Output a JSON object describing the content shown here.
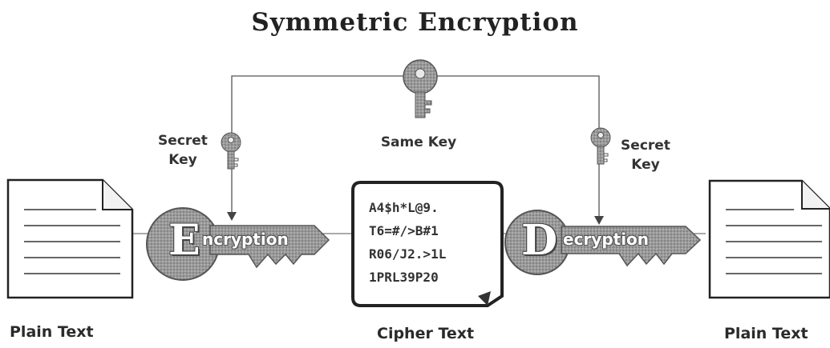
{
  "title": "Symmetric Encryption",
  "labels": {
    "secret_key_left": [
      "Secret",
      "Key"
    ],
    "same_key": "Same Key",
    "secret_key_right": [
      "Secret",
      "Key"
    ]
  },
  "encryption": {
    "letter": "E",
    "rest": "ncryption"
  },
  "decryption": {
    "letter": "D",
    "rest": "ecryption"
  },
  "cipher_lines": [
    "A4$h*L@9.",
    "T6=#/>B#1",
    "R06/J2.>1L",
    "1PRL39P20"
  ],
  "captions": {
    "left": "Plain Text",
    "center": "Cipher Text",
    "right": "Plain Text"
  }
}
